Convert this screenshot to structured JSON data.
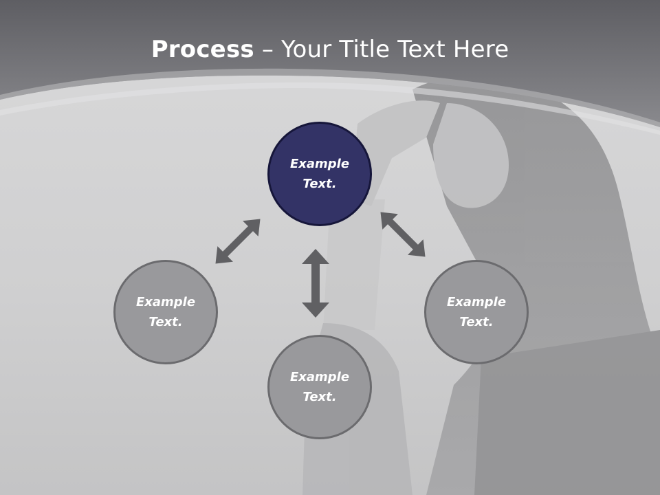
{
  "slide": {
    "title_bold": "Process",
    "title_rest": " – Your Title Text Here"
  },
  "nodes": {
    "top": {
      "label": "Example Text."
    },
    "left": {
      "label": "Example Text."
    },
    "right": {
      "label": "Example Text."
    },
    "bottom": {
      "label": "Example Text."
    }
  },
  "colors": {
    "header": "#7a7a7e",
    "main_node": "#333366",
    "secondary_node": "#99999c",
    "arrow": "#606063"
  }
}
